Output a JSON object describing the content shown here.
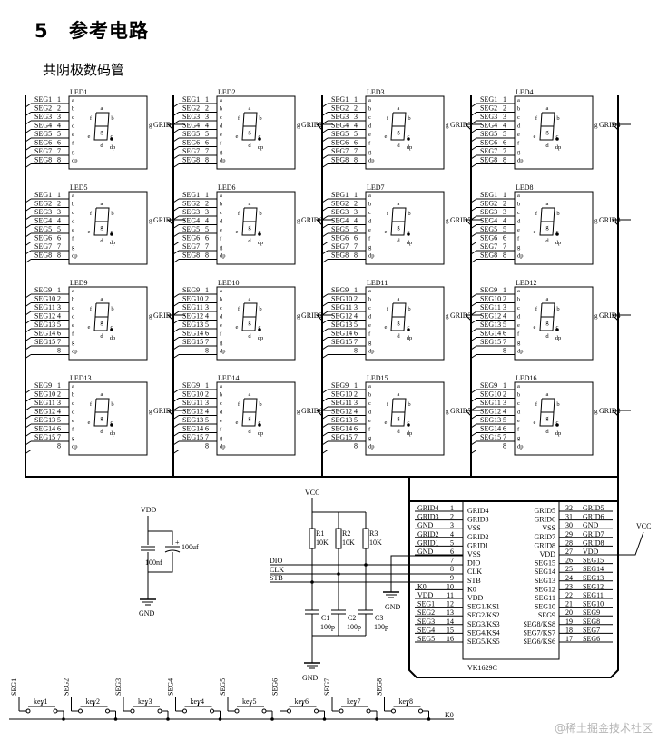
{
  "heading": {
    "number": "5",
    "title": "参考电路"
  },
  "subheading": "共阴极数码管",
  "led_rows": [
    {
      "seg_labels": [
        "SEG1",
        "SEG2",
        "SEG3",
        "SEG4",
        "SEG5",
        "SEG6",
        "SEG7",
        "SEG8"
      ],
      "pin_labels": [
        "1",
        "2",
        "3",
        "4",
        "5",
        "6",
        "7",
        "8"
      ],
      "leds": [
        {
          "name": "LED1",
          "grid": "GRID1"
        },
        {
          "name": "LED2",
          "grid": "GRID2"
        },
        {
          "name": "LED3",
          "grid": "GRID3"
        },
        {
          "name": "LED4",
          "grid": "GRID4"
        }
      ]
    },
    {
      "seg_labels": [
        "SEG1",
        "SEG2",
        "SEG3",
        "SEG4",
        "SEG5",
        "SEG6",
        "SEG7",
        "SEG8"
      ],
      "pin_labels": [
        "1",
        "2",
        "3",
        "4",
        "5",
        "6",
        "7",
        "8"
      ],
      "leds": [
        {
          "name": "LED5",
          "grid": "GRID5"
        },
        {
          "name": "LED6",
          "grid": "GRID6"
        },
        {
          "name": "LED7",
          "grid": "GRID7"
        },
        {
          "name": "LED8",
          "grid": "GRID8"
        }
      ]
    },
    {
      "seg_labels": [
        "SEG9",
        "SEG10",
        "SEG11",
        "SEG12",
        "SEG13",
        "SEG14",
        "SEG15",
        ""
      ],
      "pin_labels": [
        "1",
        "2",
        "3",
        "4",
        "5",
        "6",
        "7",
        "8"
      ],
      "leds": [
        {
          "name": "LED9",
          "grid": "GRID1"
        },
        {
          "name": "LED10",
          "grid": "GRID2"
        },
        {
          "name": "LED11",
          "grid": "GRID3"
        },
        {
          "name": "LED12",
          "grid": "GRID4"
        }
      ]
    },
    {
      "seg_labels": [
        "SEG9",
        "SEG10",
        "SEG11",
        "SEG12",
        "SEG13",
        "SEG14",
        "SEG15",
        ""
      ],
      "pin_labels": [
        "1",
        "2",
        "3",
        "4",
        "5",
        "6",
        "7",
        "8"
      ],
      "leds": [
        {
          "name": "LED13",
          "grid": "GRID5"
        },
        {
          "name": "LED14",
          "grid": "GRID6"
        },
        {
          "name": "LED15",
          "grid": "GRID7"
        },
        {
          "name": "LED16",
          "grid": "GRID8"
        }
      ]
    }
  ],
  "segment_letters": {
    "left": [
      "a",
      "b",
      "c",
      "d",
      "e",
      "f",
      "g",
      "dp"
    ],
    "display": [
      "a",
      "f",
      "b",
      "g",
      "e",
      "c",
      "d"
    ],
    "common": "g"
  },
  "power": {
    "vdd": "VDD",
    "gnd": "GND",
    "c_small": "100nf",
    "c_large": "100uf",
    "plus": "+"
  },
  "rc": {
    "vcc": "VCC",
    "gnd": "GND",
    "resistors": [
      {
        "name": "R1",
        "value": "10K"
      },
      {
        "name": "R2",
        "value": "10K"
      },
      {
        "name": "R3",
        "value": "10K"
      }
    ],
    "capacitors": [
      {
        "name": "C1",
        "value": "100p"
      },
      {
        "name": "C2",
        "value": "100p"
      },
      {
        "name": "C3",
        "value": "100p"
      }
    ],
    "signals": [
      "DIO",
      "CLK",
      "STB"
    ],
    "gnd2": "GND"
  },
  "ic": {
    "name": "VK1629C",
    "left_nets": [
      "GRID4",
      "GRID3",
      "GND",
      "GRID2",
      "GRID1",
      "GND",
      "",
      "",
      "",
      "K0",
      "VDD",
      "SEG1",
      "SEG2",
      "SEG3",
      "SEG4",
      "SEG5"
    ],
    "left_pins": [
      "1",
      "2",
      "3",
      "4",
      "5",
      "6",
      "7",
      "8",
      "9",
      "10",
      "11",
      "12",
      "13",
      "14",
      "15",
      "16"
    ],
    "left_names": [
      "GRID4",
      "GRID3",
      "VSS",
      "GRID2",
      "GRID1",
      "VSS",
      "DIO",
      "CLK",
      "STB",
      "K0",
      "VDD",
      "SEG1/KS1",
      "SEG2/KS2",
      "SEG3/KS3",
      "SEG4/KS4",
      "SEG5/KS5"
    ],
    "right_names": [
      "GRID5",
      "GRID6",
      "VSS",
      "GRID7",
      "GRID8",
      "VDD",
      "SEG15",
      "SEG14",
      "SEG13",
      "SEG12",
      "SEG11",
      "SEG10",
      "SEG9",
      "SEG8/KS8",
      "SEG7/KS7",
      "SEG6/KS6"
    ],
    "right_pins": [
      "32",
      "31",
      "30",
      "29",
      "28",
      "27",
      "26",
      "25",
      "24",
      "23",
      "22",
      "21",
      "20",
      "19",
      "18",
      "17"
    ],
    "right_nets": [
      "GRID5",
      "GRID6",
      "GND",
      "GRID7",
      "GRID8",
      "VDD",
      "SEG15",
      "SEG14",
      "SEG13",
      "SEG12",
      "SEG11",
      "SEG10",
      "SEG9",
      "SEG8",
      "SEG7",
      "SEG6"
    ],
    "vcc": "VCC"
  },
  "keys": {
    "segs": [
      "SEG1",
      "SEG2",
      "SEG3",
      "SEG4",
      "SEG5",
      "SEG6",
      "SEG7",
      "SEG8"
    ],
    "names": [
      "key1",
      "key2",
      "key3",
      "key4",
      "key5",
      "key6",
      "key7",
      "key8"
    ],
    "k0": "K0"
  },
  "watermark": "@稀土掘金技术社区",
  "colors": {
    "ink": "#000000",
    "bg": "#ffffff",
    "watermark": "#b5b5b5"
  }
}
